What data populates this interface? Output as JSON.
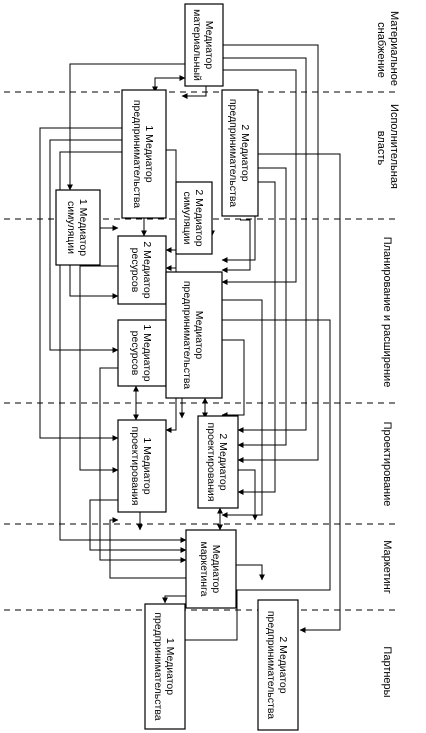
{
  "zones": [
    {
      "id": "material",
      "lines": [
        "Материальное",
        "снабжение"
      ]
    },
    {
      "id": "executive",
      "lines": [
        "Исполнительная",
        "власть"
      ]
    },
    {
      "id": "planning",
      "lines": [
        "Планирование и расширение"
      ]
    },
    {
      "id": "design",
      "lines": [
        "Проектирование"
      ]
    },
    {
      "id": "marketing",
      "lines": [
        "Маркетинг"
      ]
    },
    {
      "id": "partners",
      "lines": [
        "Партнеры"
      ]
    }
  ],
  "nodes": [
    {
      "id": "material-mediator",
      "lines": [
        "Медиатор",
        "материальный"
      ]
    },
    {
      "id": "entrepreneur-1-exec",
      "lines": [
        "1 Медиатор",
        "предпринимательства"
      ]
    },
    {
      "id": "entrepreneur-2-exec",
      "lines": [
        "2 Медиатор",
        "предпринимательства"
      ]
    },
    {
      "id": "simulation-1",
      "lines": [
        "1 Медиатор",
        "симуляции"
      ]
    },
    {
      "id": "simulation-2",
      "lines": [
        "2 Медиатор",
        "симуляции"
      ]
    },
    {
      "id": "resources-2",
      "lines": [
        "2 Медиатор",
        "ресурсов"
      ]
    },
    {
      "id": "resources-1",
      "lines": [
        "1 Медиатор",
        "ресурсов"
      ]
    },
    {
      "id": "entrepreneur-central",
      "lines": [
        "Медиатор",
        "предпринимательства"
      ]
    },
    {
      "id": "design-1",
      "lines": [
        "1 Медиатор",
        "проектирования"
      ]
    },
    {
      "id": "design-2",
      "lines": [
        "2 Медиатор",
        "проектирования"
      ]
    },
    {
      "id": "marketing-mediator",
      "lines": [
        "Медиатор",
        "маркетинга"
      ]
    },
    {
      "id": "partner-1",
      "lines": [
        "1 Медиатор",
        "предпринимательства"
      ]
    },
    {
      "id": "partner-2",
      "lines": [
        "2 Медиатор",
        "предпринимательства"
      ]
    }
  ]
}
